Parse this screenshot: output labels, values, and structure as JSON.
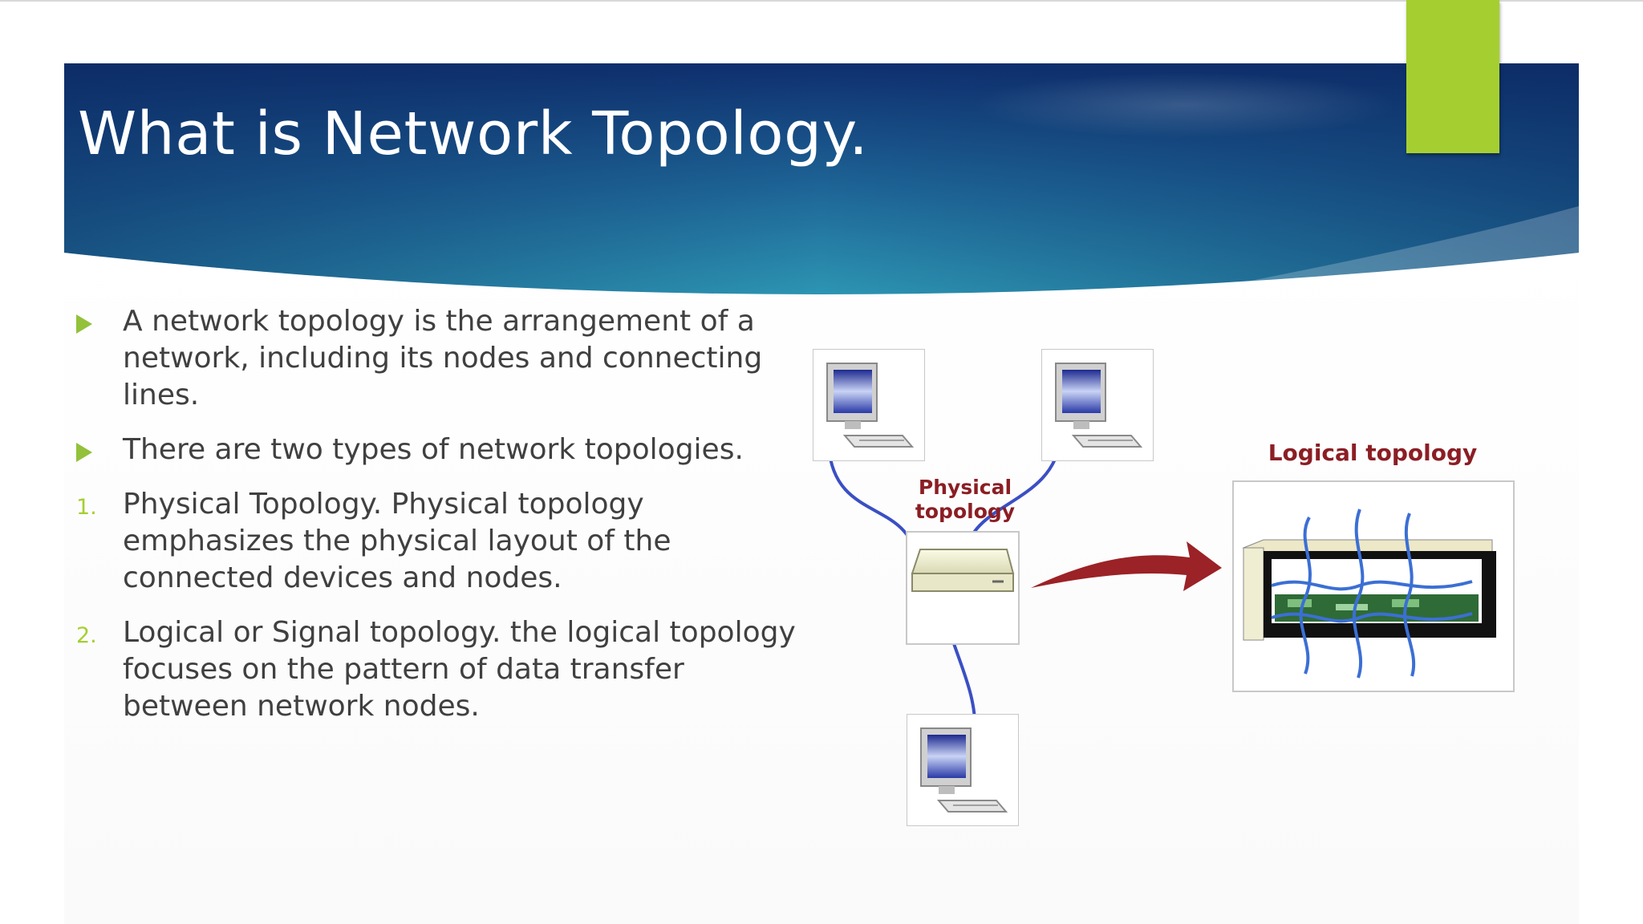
{
  "slide": {
    "title": "What is Network Topology.",
    "items": [
      {
        "marker": "",
        "text": "A network topology is the arrangement of a network, including its nodes and connecting lines."
      },
      {
        "marker": "",
        "text": "There are two types of network topologies."
      },
      {
        "marker": "1.",
        "text": "Physical Topology. Physical topology emphasizes the physical layout of the connected devices and nodes."
      },
      {
        "marker": "2.",
        "text": "Logical or Signal topology. the logical topology focuses on the pattern of data transfer between network nodes."
      }
    ]
  },
  "diagram": {
    "physical_label_line1": "Physical",
    "physical_label_line2": "topology",
    "logical_label": "Logical topology"
  },
  "colors": {
    "banner_dark": "#0d2f6e",
    "banner_light": "#2a8fb0",
    "accent_green": "#a5cf30",
    "bullet_green": "#93c13b",
    "body_text": "#404040",
    "cable_blue": "#3b4fc4",
    "arrow_red": "#9b2226"
  }
}
